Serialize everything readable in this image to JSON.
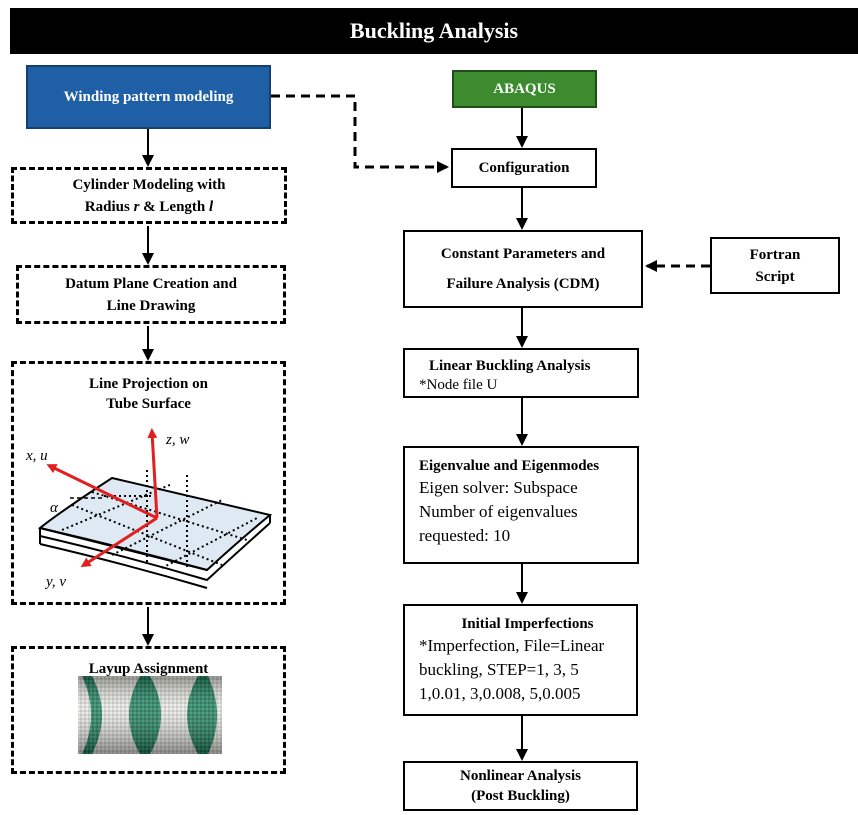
{
  "header": {
    "title": "Buckling Analysis"
  },
  "left": {
    "winding": "Winding pattern modeling",
    "cylinder_line1": "Cylinder Modeling with",
    "cylinder_pre": "Radius ",
    "cylinder_r": "r",
    "cylinder_mid": " & Length ",
    "cylinder_l": "l",
    "datum_line1": "Datum Plane Creation and",
    "datum_line2": "Line Drawing",
    "projection_line1": "Line Projection on",
    "projection_line2": "Tube Surface",
    "axis_z": "z, w",
    "axis_x": "x, u",
    "axis_y": "y, v",
    "angle": "α",
    "layup": "Layup Assignment"
  },
  "right": {
    "abaqus": "ABAQUS",
    "configuration": "Configuration",
    "constant_line1": "Constant Parameters and",
    "constant_line2": "Failure Analysis (CDM)",
    "fortran_line1": "Fortran",
    "fortran_line2": "Script",
    "linear_title": "Linear Buckling Analysis",
    "linear_body": "*Node file U",
    "eigen_title": "Eigenvalue and Eigenmodes",
    "eigen_line1": "Eigen solver: Subspace",
    "eigen_line2": "Number of eigenvalues",
    "eigen_line3": "requested: 10",
    "imperf_title": "Initial Imperfections",
    "imperf_line1": "*Imperfection, File=Linear",
    "imperf_line2": "buckling, STEP=1, 3, 5",
    "imperf_line3": "1,0.01, 3,0.008, 5,0.005",
    "nonlinear_line1": "Nonlinear Analysis",
    "nonlinear_line2": "(Post Buckling)"
  },
  "colors": {
    "header_bg": "#000000",
    "winding_bg": "#1f5fa6",
    "abaqus_bg": "#3c8b2e",
    "axis_arrow": "#e02020",
    "layup_green": "#1f7a5a",
    "layup_light": "#d8d8d2"
  }
}
